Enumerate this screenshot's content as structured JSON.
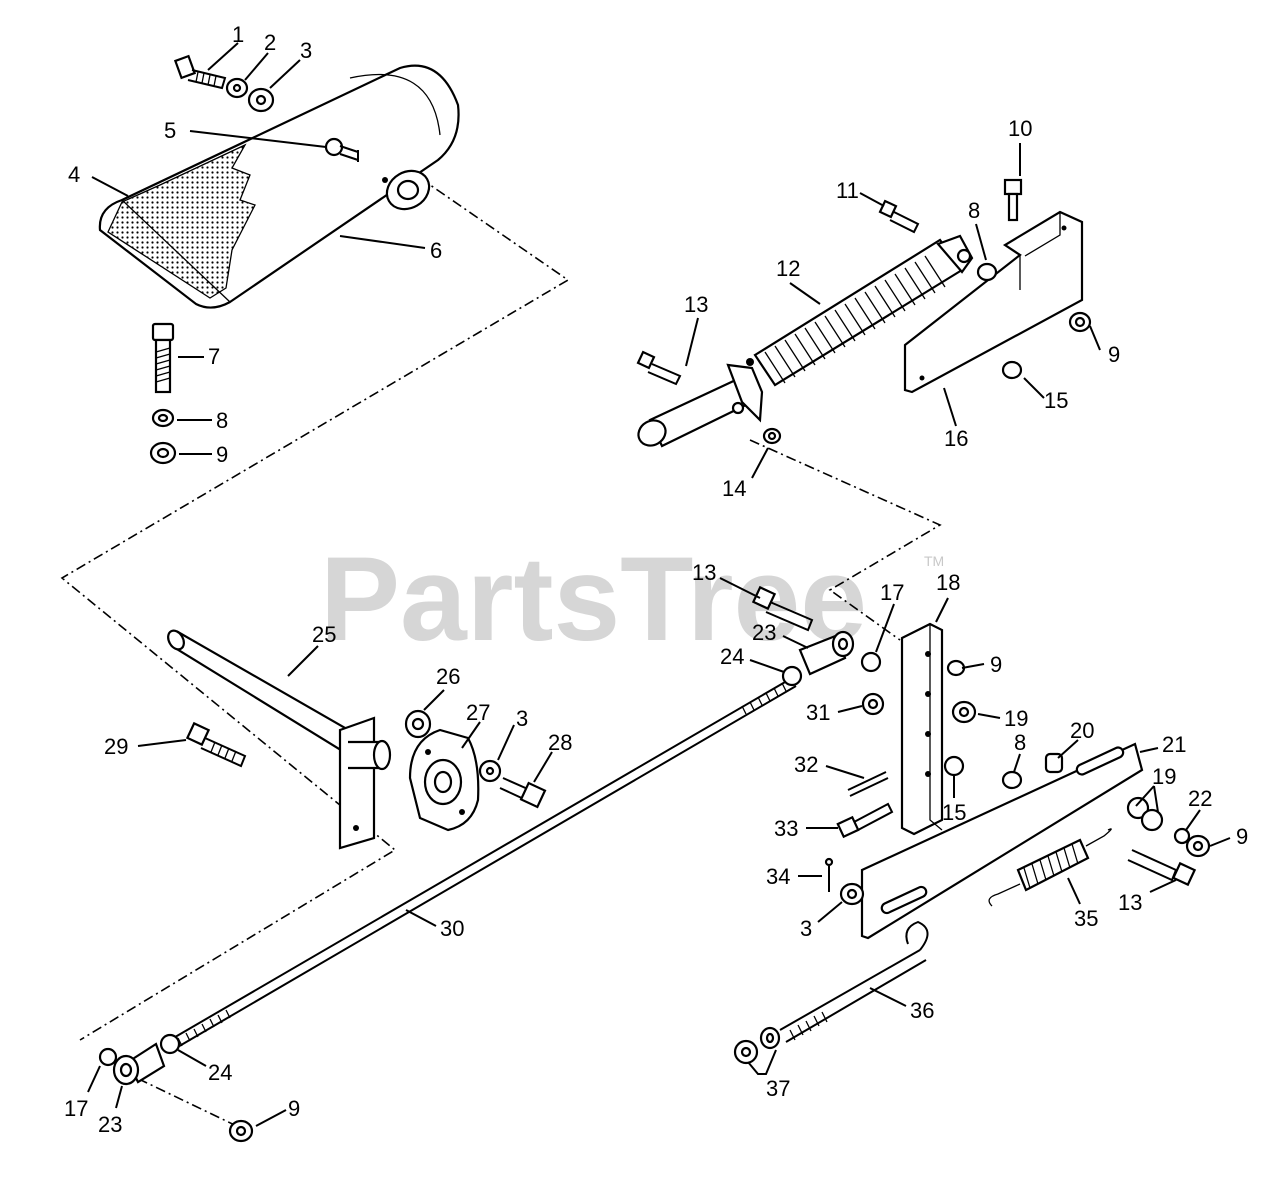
{
  "watermark": {
    "brand": "PartsTree",
    "trademark": "TM"
  },
  "callouts": [
    {
      "id": "c1",
      "label": "1"
    },
    {
      "id": "c2",
      "label": "2"
    },
    {
      "id": "c3a",
      "label": "3"
    },
    {
      "id": "c4",
      "label": "4"
    },
    {
      "id": "c5",
      "label": "5"
    },
    {
      "id": "c6",
      "label": "6"
    },
    {
      "id": "c7",
      "label": "7"
    },
    {
      "id": "c8a",
      "label": "8"
    },
    {
      "id": "c9a",
      "label": "9"
    },
    {
      "id": "c10",
      "label": "10"
    },
    {
      "id": "c11",
      "label": "11"
    },
    {
      "id": "c8b",
      "label": "8"
    },
    {
      "id": "c12",
      "label": "12"
    },
    {
      "id": "c13a",
      "label": "13"
    },
    {
      "id": "c9b",
      "label": "9"
    },
    {
      "id": "c15a",
      "label": "15"
    },
    {
      "id": "c16",
      "label": "16"
    },
    {
      "id": "c14",
      "label": "14"
    },
    {
      "id": "c13b",
      "label": "13"
    },
    {
      "id": "c17a",
      "label": "17"
    },
    {
      "id": "c18",
      "label": "18"
    },
    {
      "id": "c23a",
      "label": "23"
    },
    {
      "id": "c24a",
      "label": "24"
    },
    {
      "id": "c9c",
      "label": "9"
    },
    {
      "id": "c25",
      "label": "25"
    },
    {
      "id": "c26",
      "label": "26"
    },
    {
      "id": "c27",
      "label": "27"
    },
    {
      "id": "c3b",
      "label": "3"
    },
    {
      "id": "c28",
      "label": "28"
    },
    {
      "id": "c29",
      "label": "29"
    },
    {
      "id": "c31",
      "label": "31"
    },
    {
      "id": "c19a",
      "label": "19"
    },
    {
      "id": "c20",
      "label": "20"
    },
    {
      "id": "c21",
      "label": "21"
    },
    {
      "id": "c8c",
      "label": "8"
    },
    {
      "id": "c32",
      "label": "32"
    },
    {
      "id": "c15b",
      "label": "15"
    },
    {
      "id": "c19b",
      "label": "19"
    },
    {
      "id": "c22",
      "label": "22"
    },
    {
      "id": "c9d",
      "label": "9"
    },
    {
      "id": "c33",
      "label": "33"
    },
    {
      "id": "c34",
      "label": "34"
    },
    {
      "id": "c13c",
      "label": "13"
    },
    {
      "id": "c3c",
      "label": "3"
    },
    {
      "id": "c35",
      "label": "35"
    },
    {
      "id": "c30",
      "label": "30"
    },
    {
      "id": "c36",
      "label": "36"
    },
    {
      "id": "c24b",
      "label": "24"
    },
    {
      "id": "c17b",
      "label": "17"
    },
    {
      "id": "c23b",
      "label": "23"
    },
    {
      "id": "c9e",
      "label": "9"
    },
    {
      "id": "c37",
      "label": "37"
    }
  ]
}
